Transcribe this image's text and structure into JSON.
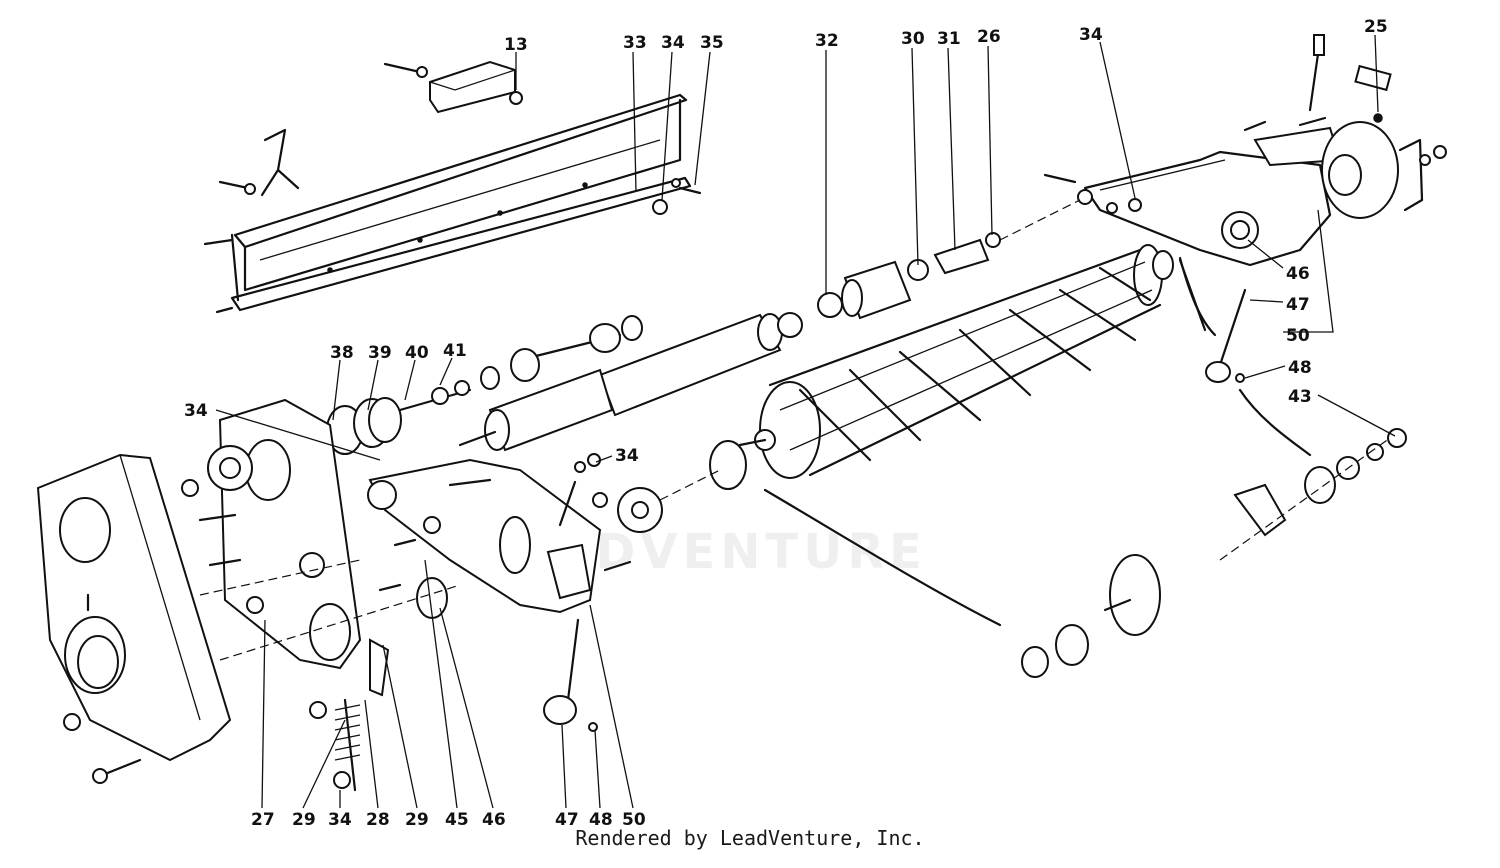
{
  "watermark": "LEADVENTURE",
  "credit": "Rendered by LeadVenture, Inc.",
  "callouts": [
    {
      "id": "c13",
      "text": "13"
    },
    {
      "id": "c33",
      "text": "33"
    },
    {
      "id": "c34a",
      "text": "34"
    },
    {
      "id": "c35",
      "text": "35"
    },
    {
      "id": "c32",
      "text": "32"
    },
    {
      "id": "c30",
      "text": "30"
    },
    {
      "id": "c31",
      "text": "31"
    },
    {
      "id": "c26",
      "text": "26"
    },
    {
      "id": "c34b",
      "text": "34"
    },
    {
      "id": "c25",
      "text": "25"
    },
    {
      "id": "c46a",
      "text": "46"
    },
    {
      "id": "c47a",
      "text": "47"
    },
    {
      "id": "c50a",
      "text": "50"
    },
    {
      "id": "c48a",
      "text": "48"
    },
    {
      "id": "c43",
      "text": "43"
    },
    {
      "id": "c38",
      "text": "38"
    },
    {
      "id": "c39",
      "text": "39"
    },
    {
      "id": "c40",
      "text": "40"
    },
    {
      "id": "c41",
      "text": "41"
    },
    {
      "id": "c34c",
      "text": "34"
    },
    {
      "id": "c34d",
      "text": "34"
    },
    {
      "id": "c27",
      "text": "27"
    },
    {
      "id": "c29a",
      "text": "29"
    },
    {
      "id": "c34e",
      "text": "34"
    },
    {
      "id": "c28",
      "text": "28"
    },
    {
      "id": "c29b",
      "text": "29"
    },
    {
      "id": "c45",
      "text": "45"
    },
    {
      "id": "c46b",
      "text": "46"
    },
    {
      "id": "c47b",
      "text": "47"
    },
    {
      "id": "c48b",
      "text": "48"
    },
    {
      "id": "c50b",
      "text": "50"
    }
  ]
}
